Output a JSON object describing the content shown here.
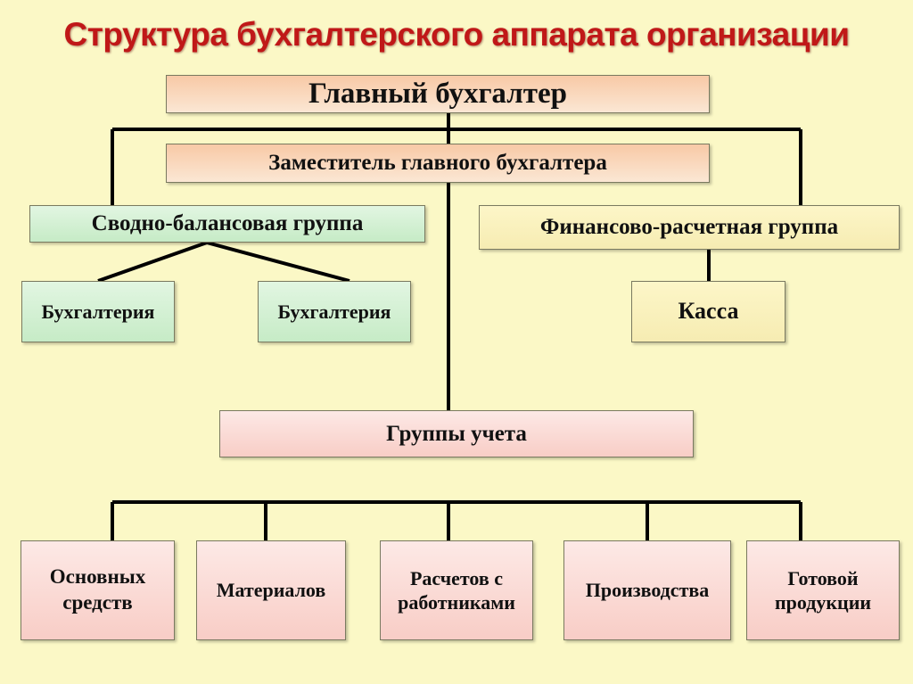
{
  "title": "Структура бухгалтерского аппарата организации",
  "nodes": {
    "chief": "Главный бухгалтер",
    "deputy": "Заместитель главного бухгалтера",
    "summary_group": "Сводно-балансовая группа",
    "finance_group": "Финансово-расчетная группа",
    "accounting_1": "Бухгалтерия",
    "accounting_2": "Бухгалтерия",
    "cashier": "Касса",
    "accounting_groups": "Группы учета",
    "fixed_assets": "Основных средств",
    "materials": "Материалов",
    "payroll": "Расчетов с работниками",
    "production": "Производства",
    "finished_goods": "Готовой продукции"
  },
  "colors": {
    "title": "#c01818",
    "background": "#fbf8c6",
    "orange_box": "#f8c9a6",
    "pink_box": "#f8cdc6",
    "green_box": "#c6ebc6",
    "yellow_box": "#f6ecb2"
  }
}
